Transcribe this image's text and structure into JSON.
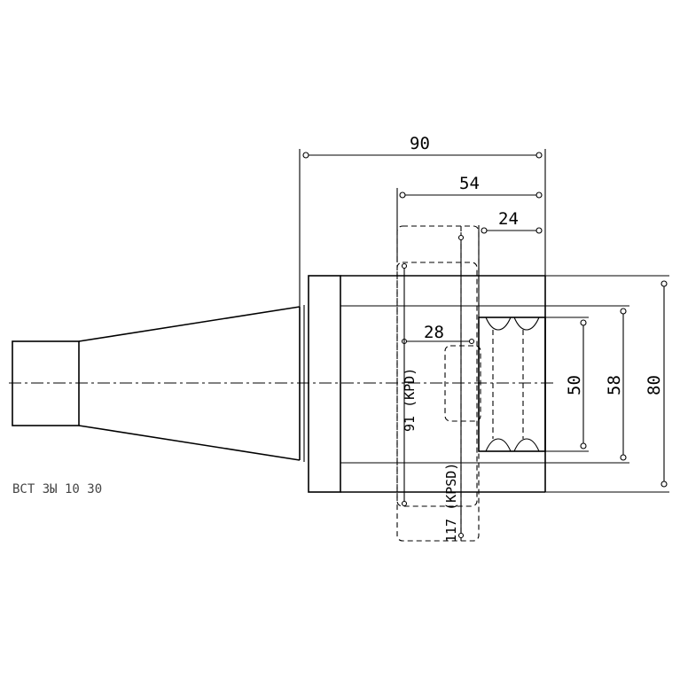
{
  "dimensions": {
    "overall_length": "90",
    "mid_length": "54",
    "front_length": "24",
    "small_offset": "28",
    "dia_inner": "50",
    "dia_mid": "58",
    "dia_outer": "80",
    "option_a": "91 (KPD)",
    "option_b": "117 (KPSD)"
  },
  "part_code": "ВСТ  ЗЫ 10 30"
}
